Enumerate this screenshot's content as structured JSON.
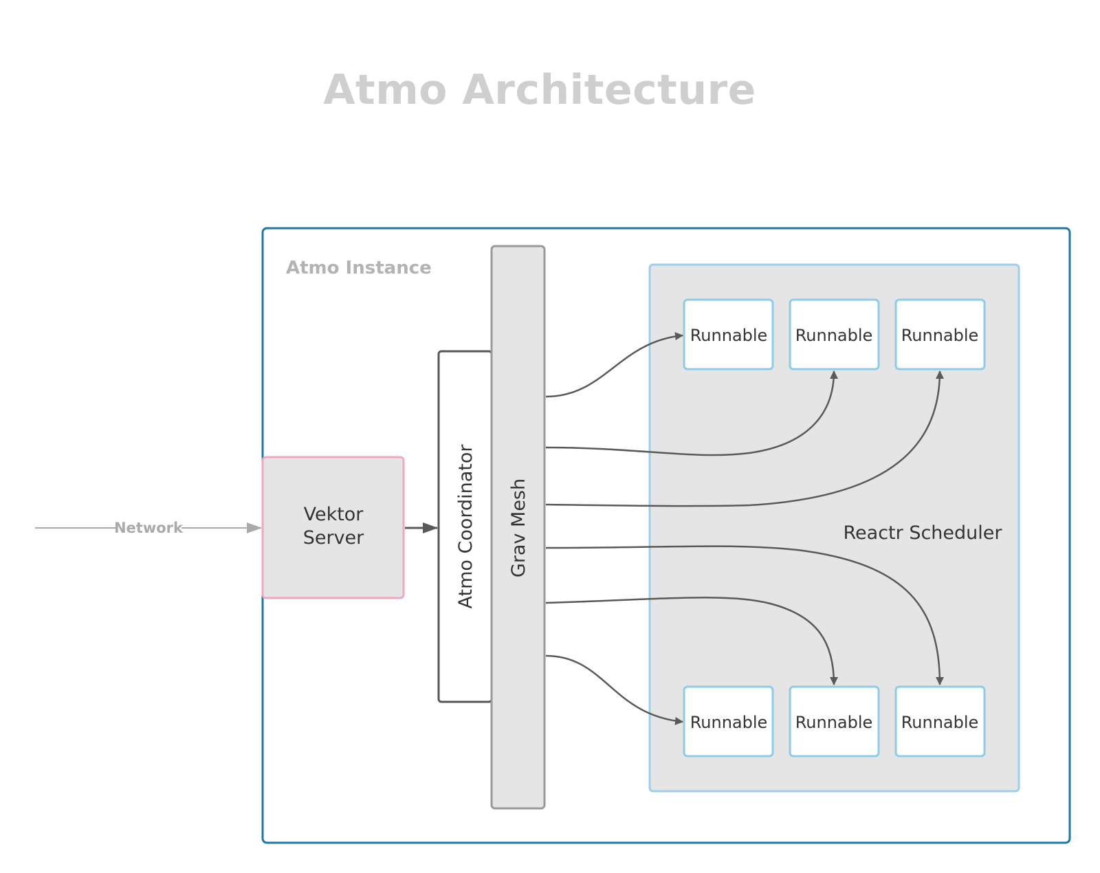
{
  "title": "Atmo Architecture",
  "network": {
    "label": "Network"
  },
  "instance": {
    "label": "Atmo Instance"
  },
  "vektor": {
    "line1": "Vektor",
    "line2": "Server"
  },
  "coordinator": {
    "label": "Atmo Coordinator"
  },
  "mesh": {
    "label": "Grav Mesh"
  },
  "scheduler": {
    "label": "Reactr Scheduler",
    "runnables": [
      "Runnable",
      "Runnable",
      "Runnable",
      "Runnable",
      "Runnable",
      "Runnable"
    ]
  },
  "colors": {
    "instance_border": "#1f77a8",
    "vektor_border": "#f0a8c0",
    "scheduler_border": "#9ad0ec",
    "runnable_border": "#8ecaea",
    "box_fill": "#e5e5e5",
    "arrow": "#595959",
    "network_arrow": "#aaaaaa",
    "muted_text": "#b3b3b3"
  }
}
